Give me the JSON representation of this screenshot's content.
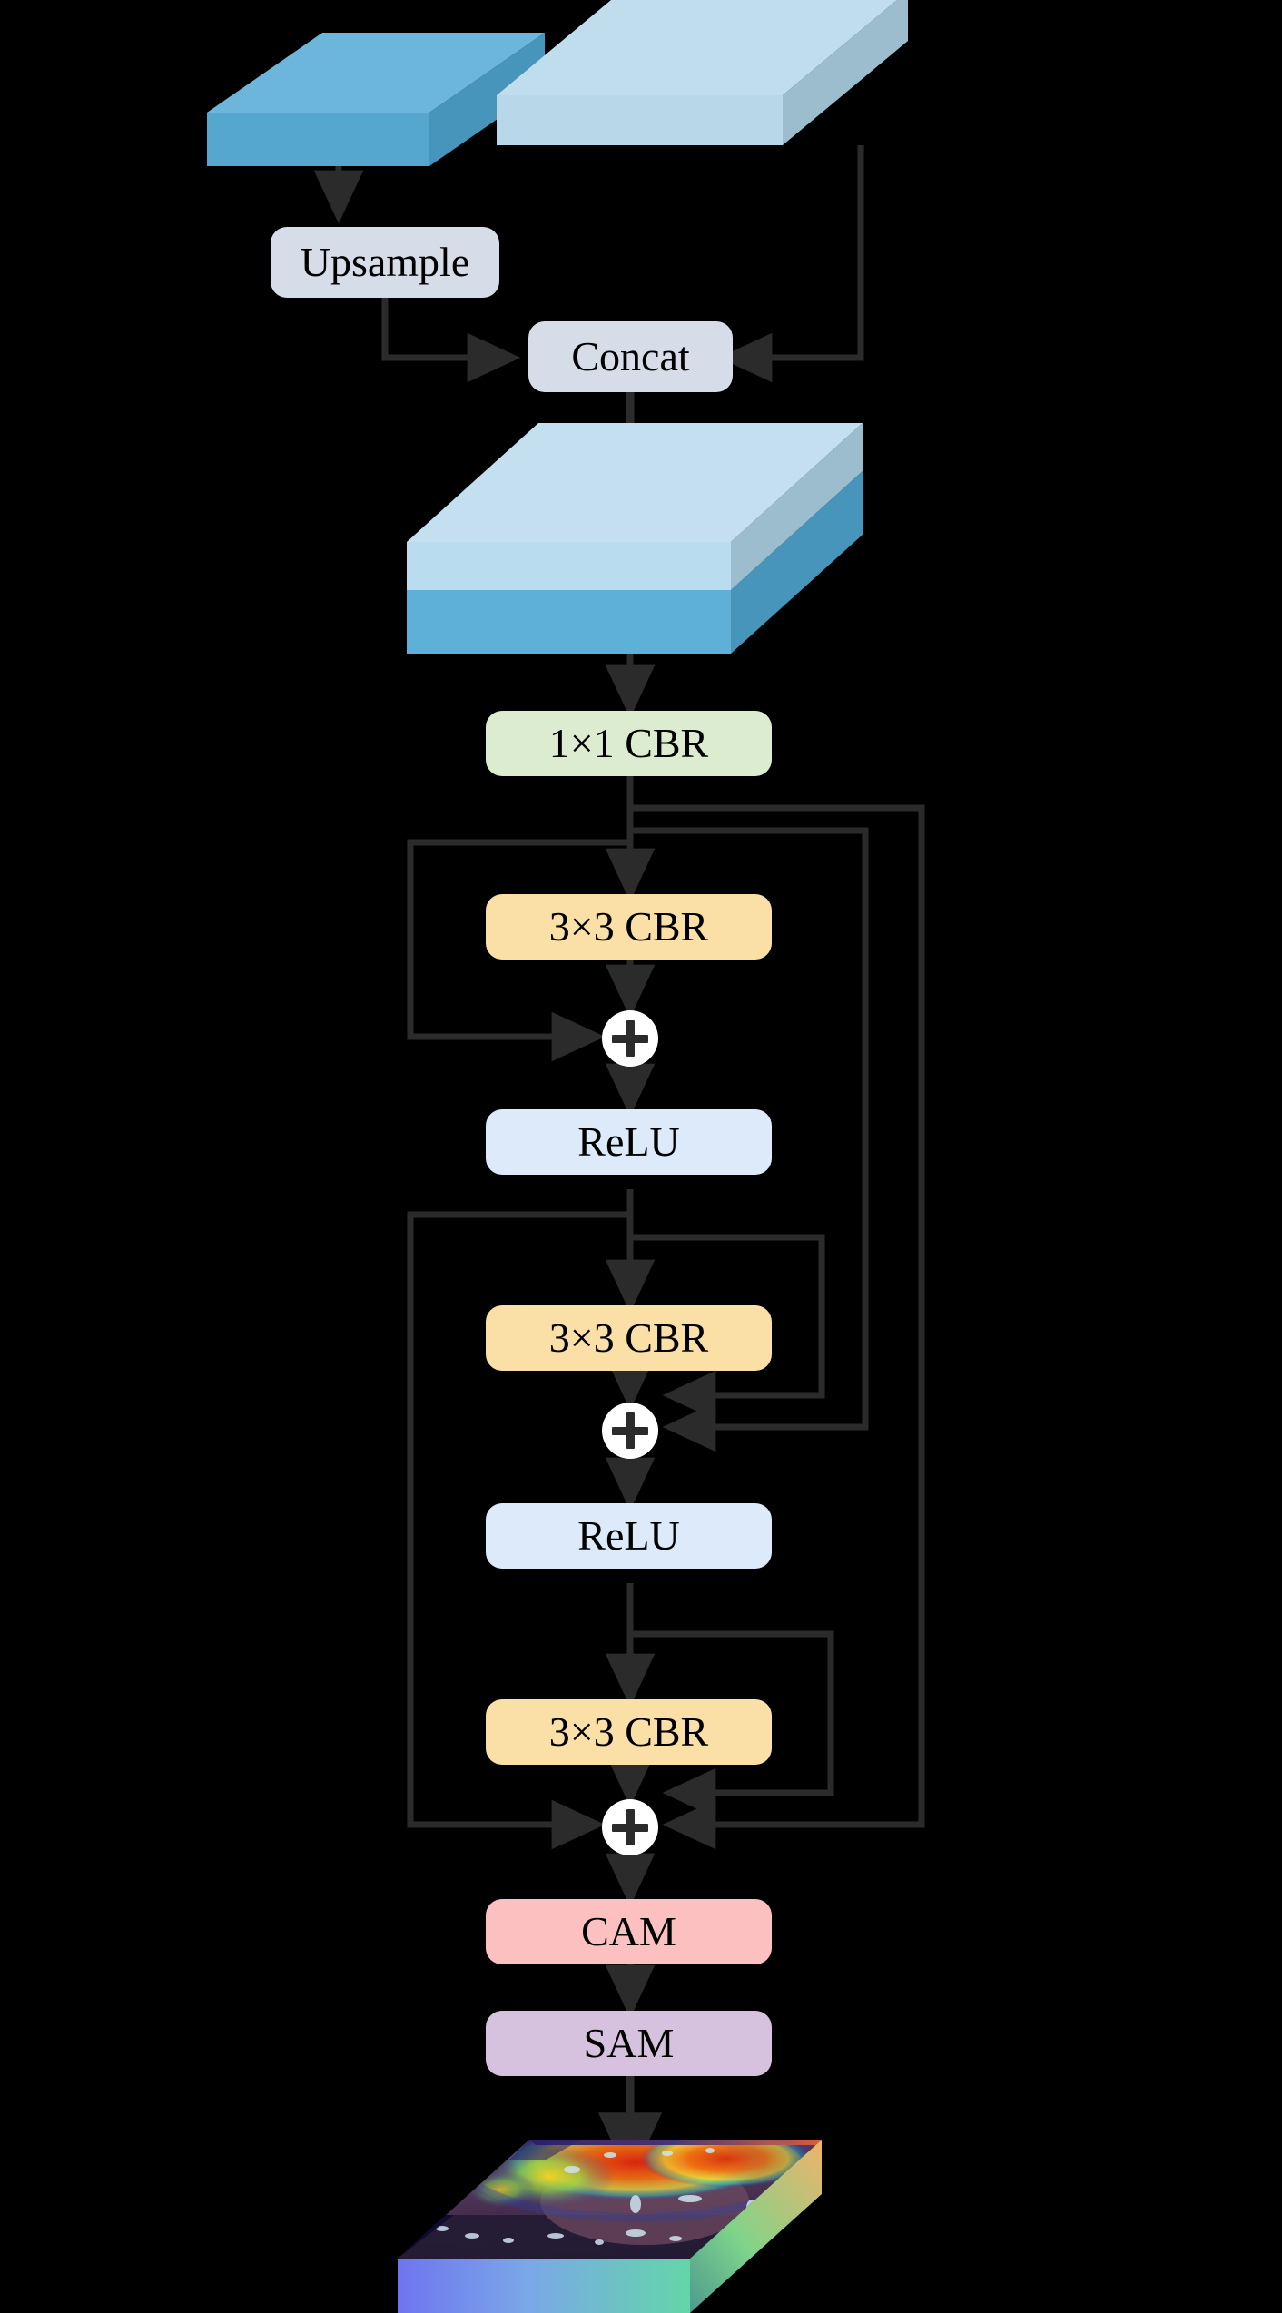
{
  "diagram": {
    "title": "Feature fusion decoder block with residual CBR stages and attention modules",
    "background": "#000000",
    "line_color": "#2b2b2b",
    "nodes": {
      "upsample": {
        "label": "Upsample",
        "color": "#d6dce8"
      },
      "concat": {
        "label": "Concat",
        "color": "#d6dce8"
      },
      "cbr1x1": {
        "label": "1×1 CBR",
        "color": "#dcecd0"
      },
      "cbr3x3_a": {
        "label": "3×3 CBR",
        "color": "#fadfa6"
      },
      "cbr3x3_b": {
        "label": "3×3 CBR",
        "color": "#fadfa6"
      },
      "cbr3x3_c": {
        "label": "3×3 CBR",
        "color": "#fadfa6"
      },
      "relu_a": {
        "label": "ReLU",
        "color": "#dceafa"
      },
      "relu_b": {
        "label": "ReLU",
        "color": "#dceafa"
      },
      "cam": {
        "label": "CAM",
        "color": "#fcc0c0"
      },
      "sam": {
        "label": "SAM",
        "color": "#d6c2de"
      },
      "add_1": {
        "label": "+"
      },
      "add_2": {
        "label": "+"
      },
      "add_3": {
        "label": "+"
      }
    },
    "tensors": {
      "low_res_feature": {
        "name": "low-resolution-feature-block",
        "top": "#6cb6dc",
        "front": "#56a7d0",
        "side": "#4795bb"
      },
      "skip_feature": {
        "name": "skip-connection-feature-block",
        "top": "#c0ddee",
        "front": "#b8d8ea",
        "side": "#9cbdce"
      },
      "concat_feature": {
        "name": "concatenated-feature-block",
        "top": "#c3dff0",
        "front_upper": "#b9dcee",
        "front_lower": "#5fb0d8",
        "side_upper": "#9cbdce",
        "side_lower": "#4795bb"
      },
      "heatmap_output": {
        "name": "attention-heatmap-output-block",
        "front_gradient": [
          "#6f74ef",
          "#63d6a8"
        ],
        "side_gradient": [
          "#7fd48a",
          "#efb36a"
        ]
      }
    }
  }
}
